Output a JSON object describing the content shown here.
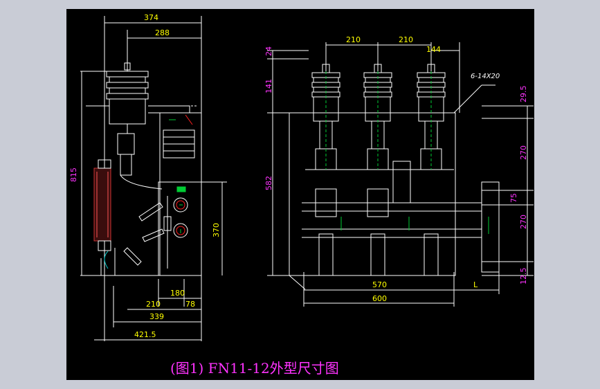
{
  "colors": {
    "background": "#000000",
    "frame": "#c9ccd6",
    "outline": "#ffffff",
    "dimension_text": "#ffff00",
    "dimension_vertical": "#ff33ff",
    "caption": "#ff33ff",
    "arrow": "#ff2020",
    "indicator": "#00cc33"
  },
  "left_view": {
    "dims_top": [
      "374",
      "288"
    ],
    "dims_bottom": [
      "180",
      "210",
      "78",
      "339",
      "421.5"
    ],
    "dim_height": "815",
    "dim_panel": "370"
  },
  "right_view": {
    "dims_top": [
      "210",
      "210",
      "144"
    ],
    "dims_left": [
      "24",
      "141",
      "582"
    ],
    "dims_right": [
      "29.5",
      "270",
      "75",
      "270",
      "12.5"
    ],
    "dims_bottom": [
      "570",
      "600",
      "L"
    ],
    "note": "6-14X20"
  },
  "caption": "(图1)  FN11-12外型尺寸图"
}
